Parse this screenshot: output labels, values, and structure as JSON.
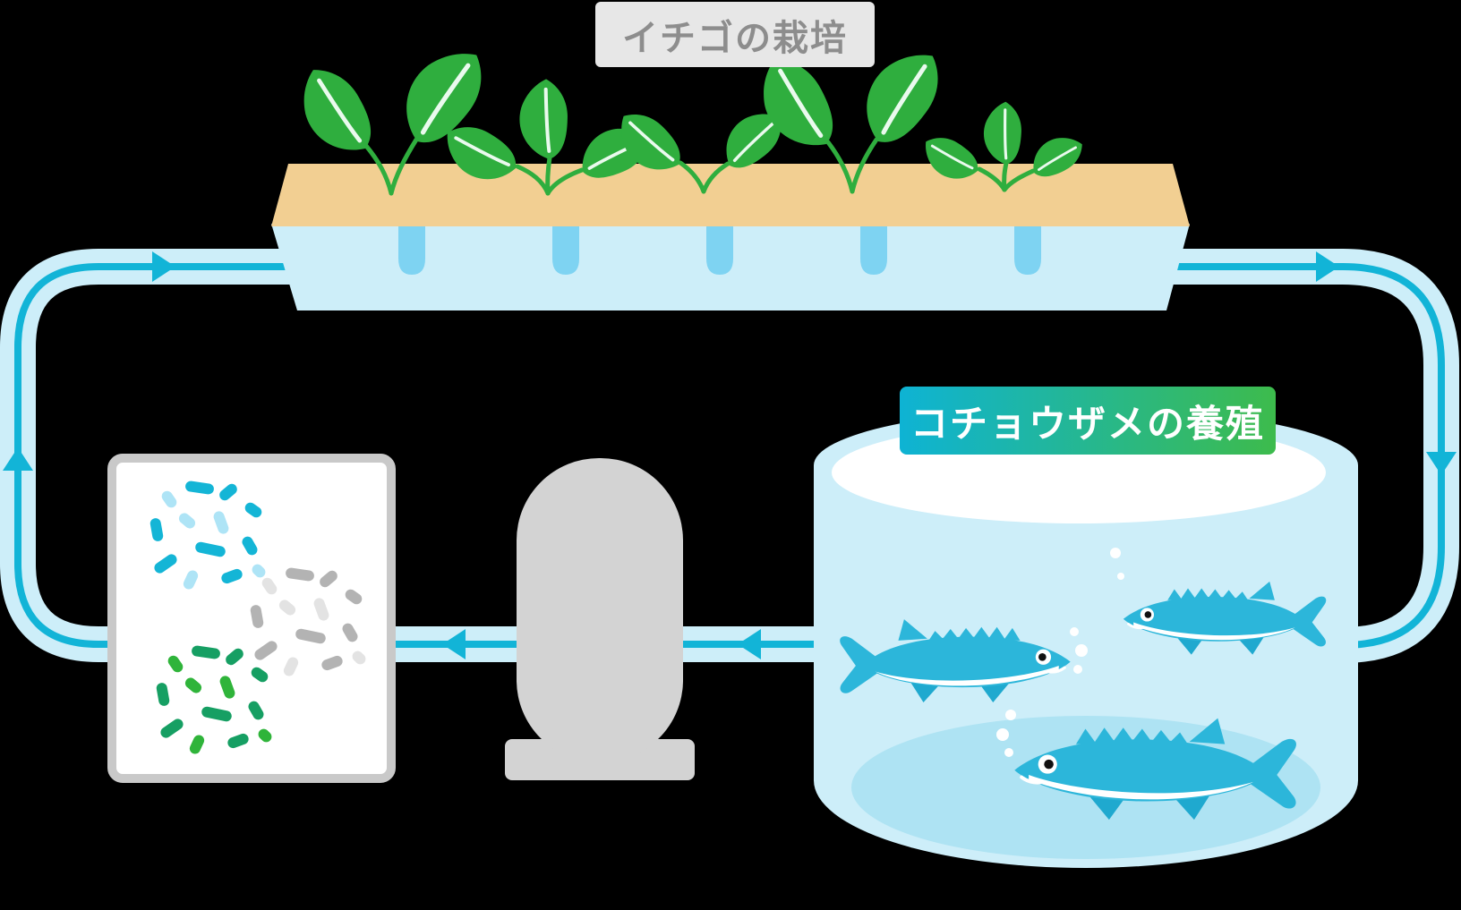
{
  "diagram": {
    "title": "aquaponics-cycle",
    "labels": {
      "strawberry": "イチゴの栽培",
      "sturgeon": "コチョウザメの養殖"
    },
    "components": [
      "strawberry-grow-bed",
      "circulation-pipe-loop",
      "bacteria-filter-box",
      "water-pump",
      "sturgeon-fish-tank"
    ],
    "flow_arrow_count": 6
  },
  "colors": {
    "background": "#000000",
    "pipe_fill": "#cdeef9",
    "pipe_line": "#12b4d7",
    "bed_top_tan": "#f2cf92",
    "bed_water": "#cdeef9",
    "root_drip": "#7ed3f2",
    "leaf_green": "#2fae3e",
    "tank_water": "#cdeef9",
    "tank_floor": "#aee3f3",
    "tank_rim": "#ffffff",
    "fish_body": "#2cb6da",
    "fish_fin": "#1fa9cf",
    "pump_gray": "#d3d3d3",
    "box_border": "#c9c9c9",
    "bacteria_cyan": "#14b5d6",
    "bacteria_lightblue": "#aee4f6",
    "bacteria_gray": "#b3b3b3",
    "bacteria_lightgray": "#e3e3e3",
    "bacteria_seagreen": "#169f63",
    "bacteria_green": "#2fb43a",
    "strawberry_label_bg": "#e7e7e7",
    "strawberry_label_text": "#8d8d8d",
    "sturgeon_label_gradient_start": "#0eb3d4",
    "sturgeon_label_gradient_end": "#3dbb4c"
  }
}
